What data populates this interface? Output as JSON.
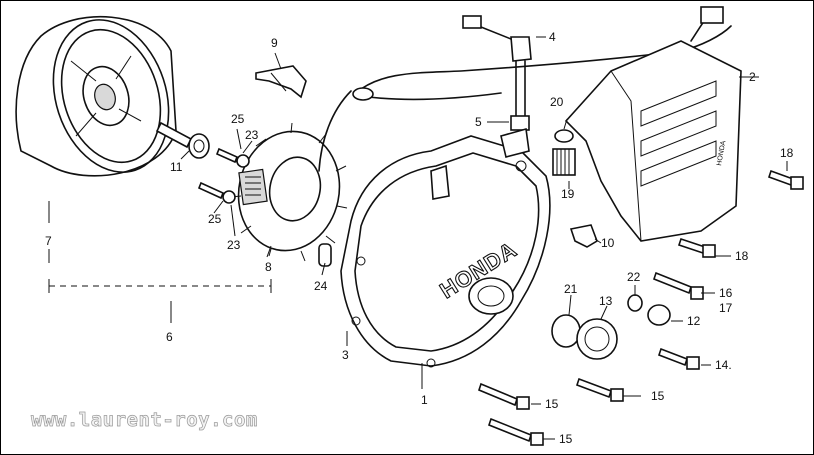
{
  "callouts": {
    "c1": "1",
    "c2": "2",
    "c3": "3",
    "c4": "4",
    "c5": "5",
    "c6": "6",
    "c7": "7",
    "c8": "8",
    "c9": "9",
    "c10": "10",
    "c11": "11",
    "c12": "12",
    "c13": "13",
    "c14": "14.",
    "c15a": "15",
    "c15b": "15",
    "c15c": "15",
    "c16": "16",
    "c17": "17",
    "c18a": "18",
    "c18b": "18",
    "c19": "19",
    "c20": "20",
    "c21": "21",
    "c22": "22",
    "c23a": "23",
    "c23b": "23",
    "c24": "24",
    "c25a": "25",
    "c25b": "25"
  },
  "cover_emboss": "HONDA",
  "cover_emboss_small": "HONDA",
  "watermark": "www.laurent-roy.com"
}
